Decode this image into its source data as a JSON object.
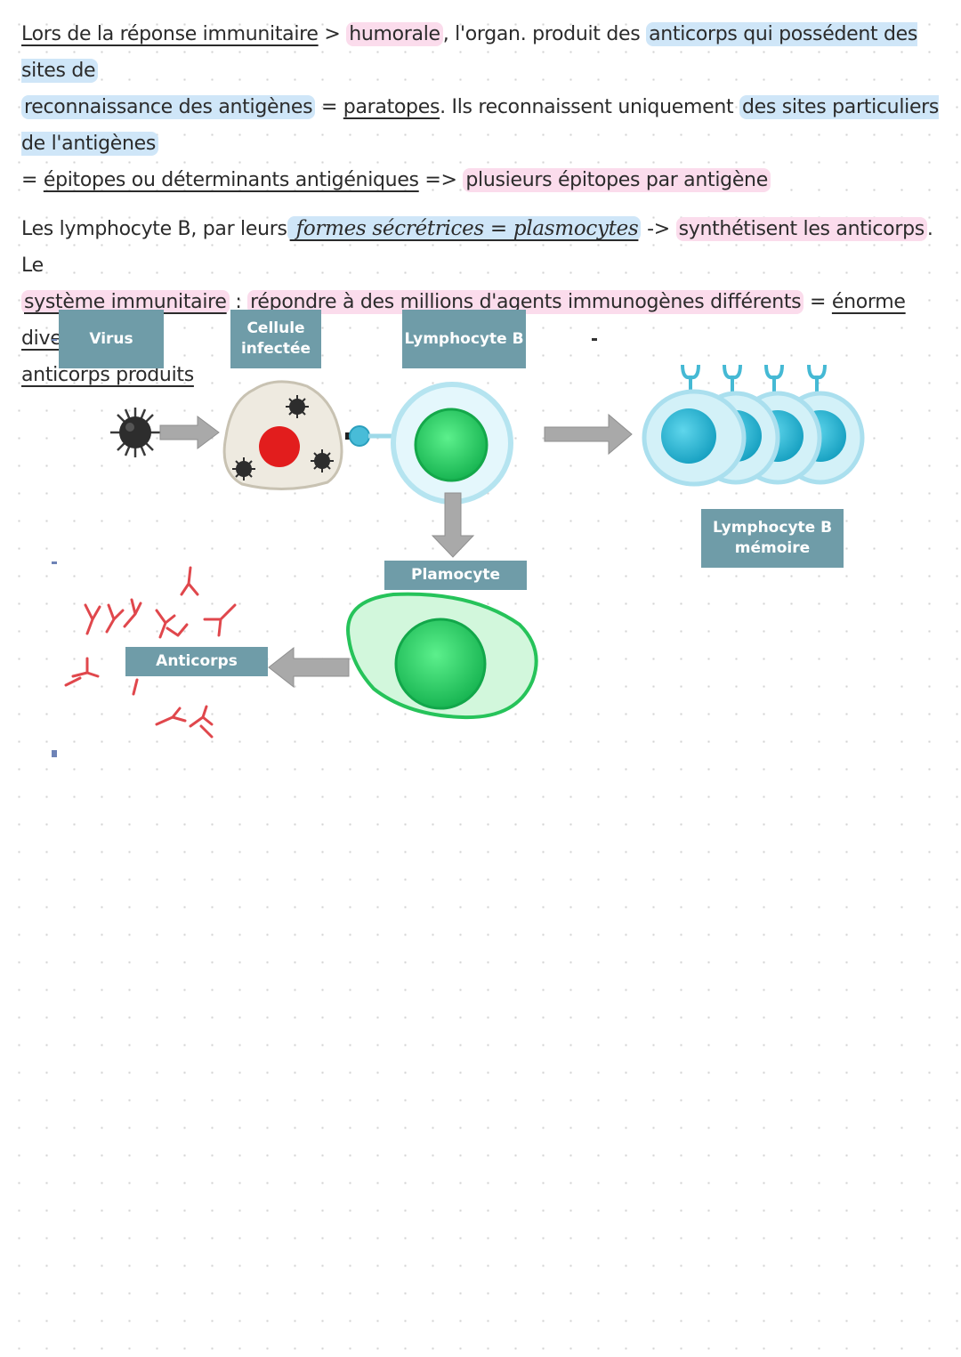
{
  "notes": {
    "p1": {
      "a": "Lors de la réponse immunitaire",
      "b": " > ",
      "c": "humorale",
      "d": ", l'organ. produit des ",
      "e": "anticorps qui possédent des sites de",
      "f": "reconnaissance des antigènes",
      "g": " = ",
      "h": "paratopes",
      "i": ". Ils reconnaissent uniquement ",
      "j": "des sites particuliers de l'antigènes",
      "k": "= ",
      "l": "épitopes ou déterminants antigéniques",
      "m": " => ",
      "n": "plusieurs épitopes par antigène"
    },
    "p2": {
      "a": "Les lymphocyte B, par leurs",
      "b": " formes sécrétrices = plasmocytes",
      "c": " -> ",
      "d": "synthétisent les anticorps",
      "e": ". Le",
      "f": "système immunitaire",
      "g": " : ",
      "h": "répondre à des millions d'agents immunogènes différents",
      "i": " = ",
      "j": "énorme diversité des",
      "k": "anticorps produits"
    }
  },
  "diagram": {
    "labels": {
      "virus": "Virus",
      "infected_cell_1": "Cellule",
      "infected_cell_2": "infectée",
      "b_lymphocyte": "Lymphocyte B",
      "memory_b_1": "Lymphocyte B",
      "memory_b_2": "mémoire",
      "plasmocyte": "Plamocyte",
      "antibodies": "Anticorps"
    },
    "colors": {
      "label_bg": "#6f9ca8",
      "highlight_pink": "#fbdcec",
      "highlight_blue": "#cfe6f8",
      "antibody_red": "#e0474c",
      "nucleus_green": "#2fd46a",
      "memory_cyan": "#1fb7d4"
    }
  }
}
